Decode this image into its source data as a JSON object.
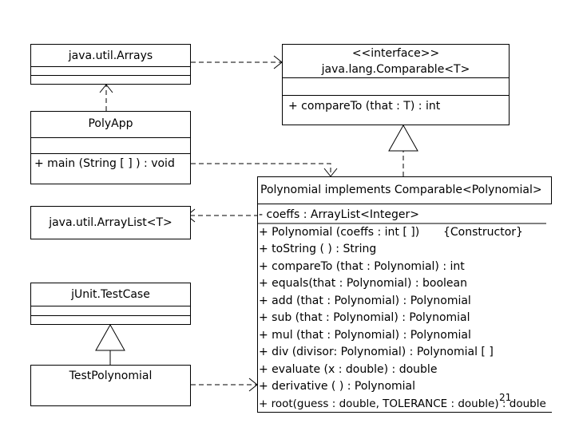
{
  "classes": {
    "arrays": {
      "name": "java.util.Arrays"
    },
    "comparable": {
      "stereotype": "<<interface>>",
      "name": "java.lang.Comparable<T>",
      "operations": [
        "+ compareTo (that : T) : int"
      ]
    },
    "polyapp": {
      "name": "PolyApp",
      "operations": [
        "+ main (String [ ] ) : void"
      ]
    },
    "arraylist": {
      "name": "java.util.ArrayList<T>"
    },
    "testcase": {
      "name": "jUnit.TestCase"
    },
    "testpolynomial": {
      "name": "TestPolynomial"
    },
    "polynomial": {
      "name": "Polynomial implements Comparable<Polynomial>",
      "attribute": "- coeffs : ArrayList<Integer>",
      "constructor": "+ Polynomial (coeffs : int [ ])",
      "constructor_note": "{Constructor}",
      "methods": [
        "+ toString ( ) : String",
        "+ compareTo (that : Polynomial) : int",
        "+ equals(that : Polynomial) : boolean",
        "+ add (that : Polynomial) : Polynomial",
        "+ sub (that : Polynomial) : Polynomial",
        "+ mul (that : Polynomial) : Polynomial",
        "+ div (divisor: Polynomial) : Polynomial [ ]",
        "+ evaluate (x : double) : double",
        "+ derivative ( ) : Polynomial",
        "+ root(guess : double, TOLERANCE : double) : double"
      ]
    }
  },
  "slide_number": "21"
}
